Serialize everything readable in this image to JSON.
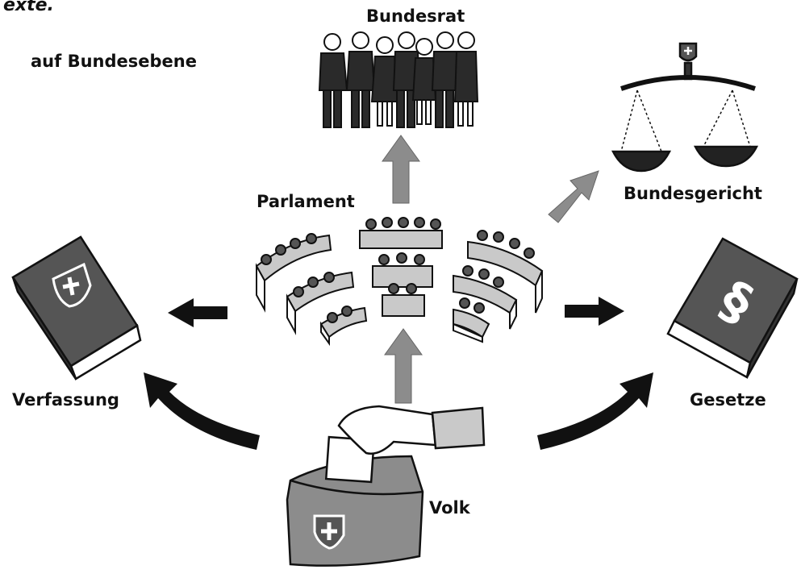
{
  "header": {
    "cut_title": "exte.",
    "subtitle": "auf Bundesebene"
  },
  "labels": {
    "bundesrat": "Bundesrat",
    "bundesgericht": "Bundesgericht",
    "parlament": "Parlament",
    "verfassung": "Verfassung",
    "gesetze": "Gesetze",
    "volk": "Volk"
  },
  "symbols": {
    "law_book_symbol": "§"
  },
  "colors": {
    "dark": "#1a1a1a",
    "mid_gray": "#8c8c8c",
    "book_gray": "#555555",
    "light_gray": "#c9c9c9"
  }
}
